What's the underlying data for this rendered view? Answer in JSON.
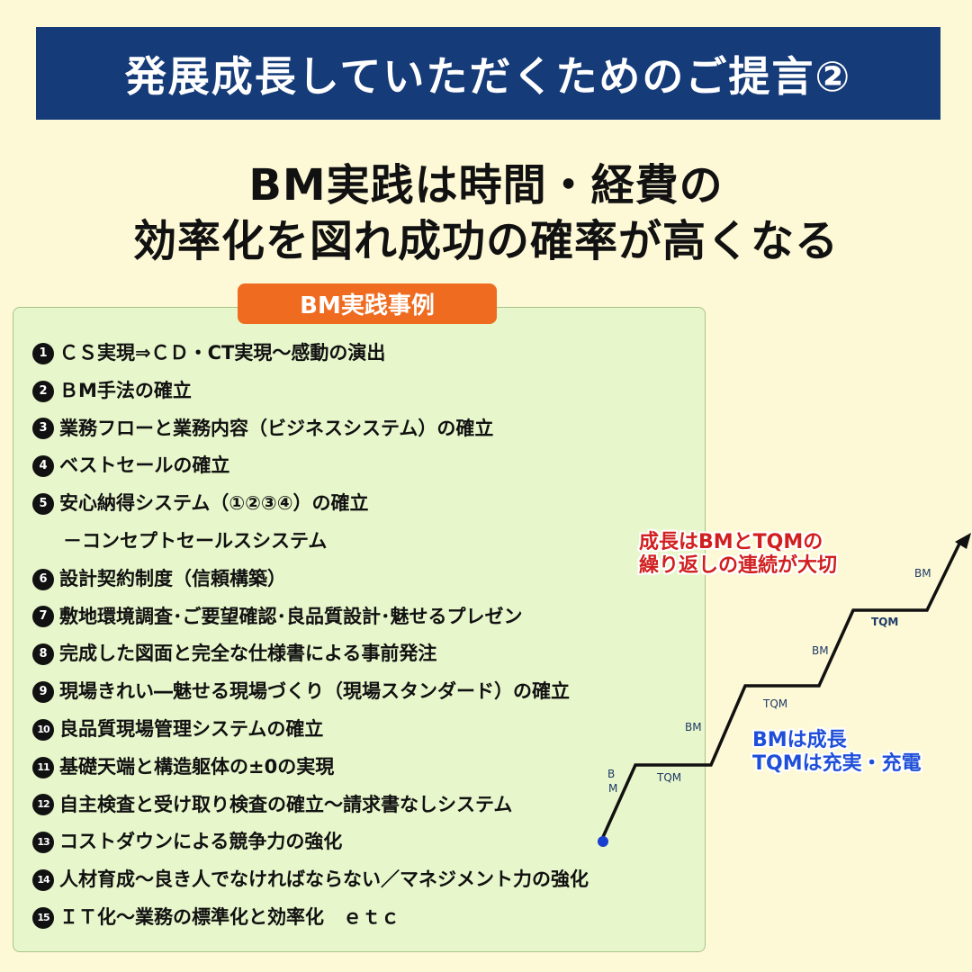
{
  "banner": {
    "title": "発展成長していただくためのご提言②"
  },
  "headline": {
    "line1": "BM実践は時間・経費の",
    "line2": "効率化を図れ成功の確率が高くなる"
  },
  "panel": {
    "tag": "BM実践事例",
    "items": [
      {
        "num": "1",
        "text": "ＣＳ実現⇒ＣＤ・CT実現～感動の演出"
      },
      {
        "num": "2",
        "text": "ＢM手法の確立"
      },
      {
        "num": "3",
        "text": "業務フローと業務内容（ビジネスシステム）の確立"
      },
      {
        "num": "4",
        "text": "ベストセールの確立"
      },
      {
        "num": "5",
        "text": "安心納得システム（①②③④）の確立"
      },
      {
        "num": "",
        "text": "－コンセプトセールスシステム"
      },
      {
        "num": "6",
        "text": "設計契約制度（信頼構築）"
      },
      {
        "num": "7",
        "text": "敷地環境調査･ご要望確認･良品質設計･魅せるプレゼン"
      },
      {
        "num": "8",
        "text": "完成した図面と完全な仕様書による事前発注"
      },
      {
        "num": "9",
        "text": "現場きれい―魅せる現場づくり（現場スタンダード）の確立"
      },
      {
        "num": "10",
        "text": "良品質現場管理システムの確立"
      },
      {
        "num": "11",
        "text": "基礎天端と構造躯体の±0の実現"
      },
      {
        "num": "12",
        "text": "自主検査と受け取り検査の確立～請求書なしシステム"
      },
      {
        "num": "13",
        "text": "コストダウンによる競争力の強化"
      },
      {
        "num": "14",
        "text": "人材育成～良き人でなければならない／マネジメント力の強化"
      },
      {
        "num": "15",
        "text": "ＩＴ化～業務の標準化と効率化　ｅｔｃ"
      }
    ]
  },
  "callouts": {
    "growth_line1": "成長はBMとTQMの",
    "growth_line2": "繰り返しの連続が大切",
    "meaning_line1": "BMは成長",
    "meaning_line2": "TQMは充実・充電"
  },
  "stairs": {
    "labels": {
      "bm_vertical_b": "B",
      "bm_vertical_m": "M",
      "tqm1": "TQM",
      "bm2": "BM",
      "tqm2": "TQM",
      "bm3": "BM",
      "tqm3": "TQM",
      "bm4": "BM"
    },
    "colors": {
      "line": "#111111",
      "dot": "#1a3fd0",
      "label": "#1e3a66"
    }
  }
}
